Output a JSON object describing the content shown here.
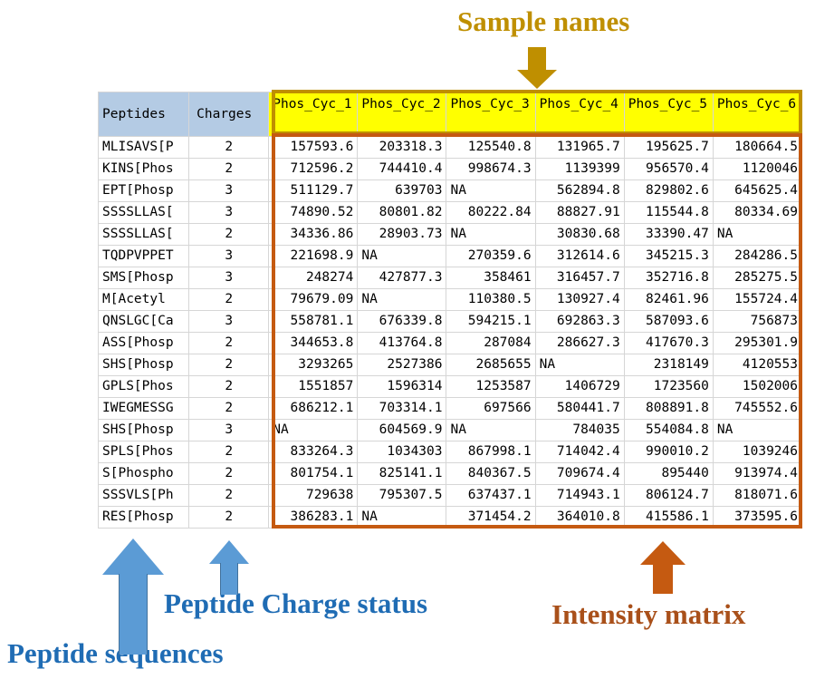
{
  "annotations": {
    "sample_names": {
      "label": "Sample names",
      "color": "#bf8f00",
      "arrow": "down-arrow-icon"
    },
    "intensity_matrix": {
      "label": "Intensity matrix",
      "color": "#c55a11",
      "arrow": "up-arrow-icon"
    },
    "peptide_charge": {
      "label": "Peptide Charge status",
      "color": "#1f6cb4",
      "arrow": "up-arrow-icon"
    },
    "peptide_sequences": {
      "label": "Peptide sequences",
      "color": "#1f6cb4",
      "arrow": "up-arrow-icon"
    }
  },
  "table": {
    "header_label_bg": "#b4cbe4",
    "header_sample_bg": "#ffff00",
    "columns": {
      "peptides": "Peptides",
      "charges": "Charges",
      "samples": [
        "Phos_Cyc_1",
        "Phos_Cyc_2",
        "Phos_Cyc_3",
        "Phos_Cyc_4",
        "Phos_Cyc_5",
        "Phos_Cyc_6"
      ]
    },
    "rows": [
      {
        "peptide": "MLISAVS[P",
        "charge": "2",
        "values": [
          "157593.6",
          "203318.3",
          "125540.8",
          "131965.7",
          "195625.7",
          "180664.5"
        ]
      },
      {
        "peptide": "KINS[Phos",
        "charge": "2",
        "values": [
          "712596.2",
          "744410.4",
          "998674.3",
          "1139399",
          "956570.4",
          "1120046"
        ]
      },
      {
        "peptide": "EPT[Phosp",
        "charge": "3",
        "values": [
          "511129.7",
          "639703",
          "NA",
          "562894.8",
          "829802.6",
          "645625.4"
        ]
      },
      {
        "peptide": "SSSSLLAS[",
        "charge": "3",
        "values": [
          "74890.52",
          "80801.82",
          "80222.84",
          "88827.91",
          "115544.8",
          "80334.69"
        ]
      },
      {
        "peptide": "SSSSLLAS[",
        "charge": "2",
        "values": [
          "34336.86",
          "28903.73",
          "NA",
          "30830.68",
          "33390.47",
          "NA"
        ]
      },
      {
        "peptide": "TQDPVPPET",
        "charge": "3",
        "values": [
          "221698.9",
          "NA",
          "270359.6",
          "312614.6",
          "345215.3",
          "284286.5"
        ]
      },
      {
        "peptide": "SMS[Phosp",
        "charge": "3",
        "values": [
          "248274",
          "427877.3",
          "358461",
          "316457.7",
          "352716.8",
          "285275.5"
        ]
      },
      {
        "peptide": "M[Acetyl",
        "charge": "2",
        "values": [
          "79679.09",
          "NA",
          "110380.5",
          "130927.4",
          "82461.96",
          "155724.4"
        ]
      },
      {
        "peptide": "QNSLGC[Ca",
        "charge": "3",
        "values": [
          "558781.1",
          "676339.8",
          "594215.1",
          "692863.3",
          "587093.6",
          "756873"
        ]
      },
      {
        "peptide": "ASS[Phosp",
        "charge": "2",
        "values": [
          "344653.8",
          "413764.8",
          "287084",
          "286627.3",
          "417670.3",
          "295301.9"
        ]
      },
      {
        "peptide": "SHS[Phosp",
        "charge": "2",
        "values": [
          "3293265",
          "2527386",
          "2685655",
          "NA",
          "2318149",
          "4120553"
        ]
      },
      {
        "peptide": "GPLS[Phos",
        "charge": "2",
        "values": [
          "1551857",
          "1596314",
          "1253587",
          "1406729",
          "1723560",
          "1502006"
        ]
      },
      {
        "peptide": "IWEGMESSG",
        "charge": "2",
        "values": [
          "686212.1",
          "703314.1",
          "697566",
          "580441.7",
          "808891.8",
          "745552.6"
        ]
      },
      {
        "peptide": "SHS[Phosp",
        "charge": "3",
        "values": [
          "NA",
          "604569.9",
          "NA",
          "784035",
          "554084.8",
          "NA"
        ]
      },
      {
        "peptide": "SPLS[Phos",
        "charge": "2",
        "values": [
          "833264.3",
          "1034303",
          "867998.1",
          "714042.4",
          "990010.2",
          "1039246"
        ]
      },
      {
        "peptide": "S[Phospho",
        "charge": "2",
        "values": [
          "801754.1",
          "825141.1",
          "840367.5",
          "709674.4",
          "895440",
          "913974.4"
        ]
      },
      {
        "peptide": "SSSVLS[Ph",
        "charge": "2",
        "values": [
          "729638",
          "795307.5",
          "637437.1",
          "714943.1",
          "806124.7",
          "818071.6"
        ]
      },
      {
        "peptide": "RES[Phosp",
        "charge": "2",
        "values": [
          "386283.1",
          "NA",
          "371454.2",
          "364010.8",
          "415586.1",
          "373595.6"
        ]
      }
    ]
  }
}
